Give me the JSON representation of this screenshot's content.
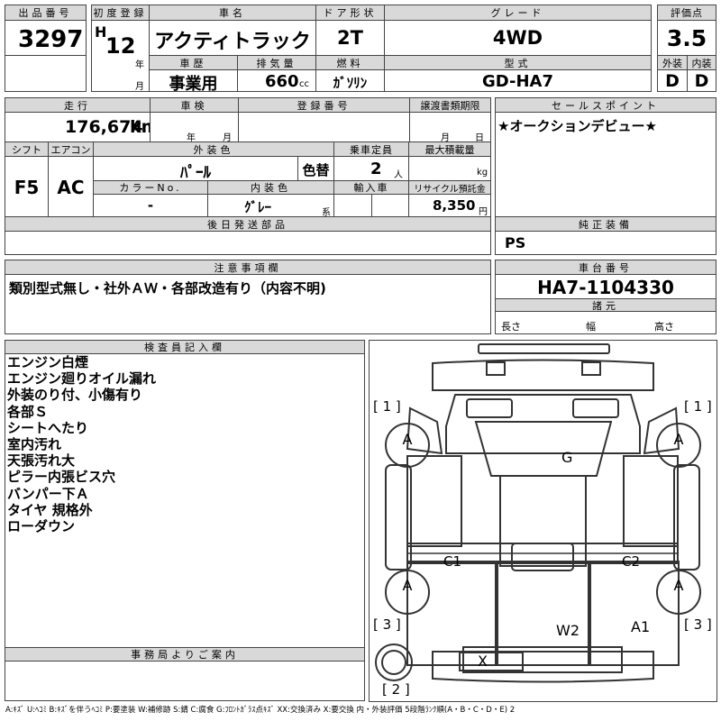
{
  "row1": {
    "lot_number_label": "出品番号",
    "lot_number": "3297",
    "first_reg_label": "初度登録",
    "era": "H",
    "year": "12",
    "year_unit": "年",
    "month_unit": "月",
    "car_name_label": "車名",
    "car_name": "アクティトラック",
    "door_label": "ドア形状",
    "door": "2T",
    "grade_label": "グレード",
    "grade": "4WD",
    "score_label": "評価点",
    "score": "3.5",
    "history_label": "車歴",
    "history": "事業用",
    "displacement_label": "排気量",
    "displacement": "660",
    "displacement_unit": "cc",
    "fuel_label": "燃料",
    "fuel": "ｶﾞｿﾘﾝ",
    "model_label": "型式",
    "model": "GD-HA7",
    "exterior_label": "外装",
    "exterior": "D",
    "interior_label": "内装",
    "interior": "D"
  },
  "row2": {
    "mileage_label": "走行",
    "mileage": "176,674",
    "mileage_unit": "km",
    "inspection_label": "車検",
    "inspection_year_unit": "年",
    "inspection_month_unit": "月",
    "plate_label": "登録番号",
    "transfer_label": "譲渡書類期限",
    "transfer_month_unit": "月",
    "transfer_day_unit": "日",
    "sales_point_label": "セールスポイント",
    "sales_point": "★オークションデビュー★"
  },
  "row3": {
    "shift_label": "シフト",
    "shift": "F5",
    "aircon_label": "エアコン",
    "aircon": "AC",
    "ext_color_label": "外装色",
    "ext_color": "ﾊﾟｰﾙ",
    "repaint": "色替",
    "capacity_label": "乗車定員",
    "capacity": "2",
    "capacity_unit": "人",
    "max_load_label": "最大積載量",
    "max_load_unit": "kg",
    "color_no_label": "カラーNo.",
    "color_no": "-",
    "int_color_label": "内装色",
    "int_color": "ｸﾞﾚｰ",
    "int_color_unit": "系",
    "import_label": "輸入車",
    "recycle_label": "リサイクル預託金",
    "recycle": "8,350",
    "recycle_unit": "円"
  },
  "row4": {
    "delivery_parts_label": "後日発送部品",
    "genuine_equipment_label": "純正装備",
    "genuine_equipment": "PS"
  },
  "row5": {
    "notes_label": "注意事項欄",
    "notes": "類別型式無し・社外ＡＷ・各部改造有り（内容不明)",
    "chassis_label": "車台番号",
    "chassis": "HA7-1104330",
    "specs_label": "諸元",
    "length_label": "長さ",
    "width_label": "幅",
    "height_label": "高さ"
  },
  "inspector": {
    "label": "検査員記入欄",
    "lines": [
      "エンジン白煙",
      "エンジン廻りオイル漏れ",
      "外装のり付、小傷有り",
      "各部Ｓ",
      "シートへたり",
      "室内汚れ",
      "天張汚れ大",
      "ピラー内張ビス穴",
      "バンパー下Ａ",
      "タイヤ 規格外",
      "ローダウン"
    ],
    "office_label": "事務局よりご案内"
  },
  "diagram": {
    "tire_fl": "A",
    "tire_fr": "A",
    "tire_rl": "A",
    "tire_rr": "A",
    "windshield": "G",
    "left_marker": "C1",
    "right_marker": "C2",
    "bed": "W2",
    "rear_right": "A1",
    "rear_bumper": "X",
    "count_tl": "[ 1 ]",
    "count_tr": "[ 1 ]",
    "count_bl": "[ 3 ]",
    "count_br": "[ 3 ]",
    "count_spare": "[ 2 ]"
  },
  "legend": "A:ｷｽﾞ U:ﾍｺﾐ B:ｷｽﾞを伴うﾍｺﾐ P:要塗装 W:補修跡 S:錆 C:腐食 G:ﾌﾛﾝﾄｶﾞﾗｽ点ｷｽﾞ XX:交換済み X:要交換 内・外装評価 5段階ﾗﾝｸ順(A・B・C・D・E) 2"
}
